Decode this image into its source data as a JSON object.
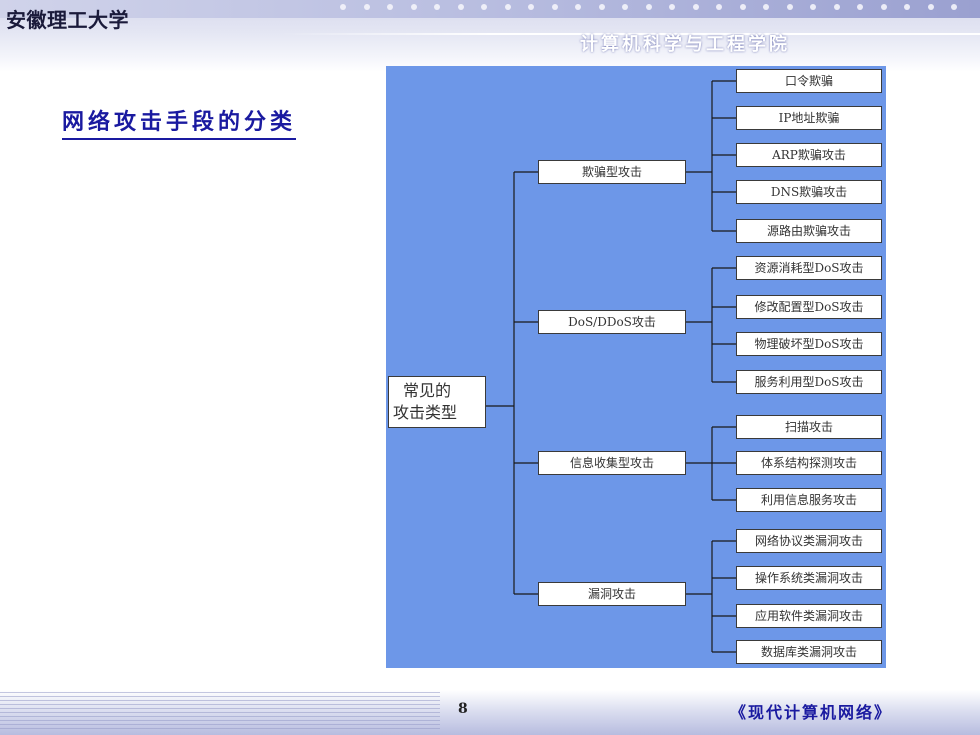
{
  "header": {
    "school": "安徽理工大学",
    "college": "计算机科学与工程学院"
  },
  "slide": {
    "title": "网络攻击手段的分类",
    "page_number": "8",
    "book": "《现代计算机网络》"
  },
  "diagram": {
    "root": {
      "line1": "常见的",
      "line2": "攻击类型"
    },
    "groups": [
      {
        "label": "欺骗型攻击",
        "children": [
          "口令欺骗",
          "IP地址欺骗",
          "ARP欺骗攻击",
          "DNS欺骗攻击",
          "源路由欺骗攻击"
        ]
      },
      {
        "label": "DoS/DDoS攻击",
        "children": [
          "资源消耗型DoS攻击",
          "修改配置型DoS攻击",
          "物理破坏型DoS攻击",
          "服务利用型DoS攻击"
        ]
      },
      {
        "label": "信息收集型攻击",
        "children": [
          "扫描攻击",
          "体系结构探测攻击",
          "利用信息服务攻击"
        ]
      },
      {
        "label": "漏洞攻击",
        "children": [
          "网络协议类漏洞攻击",
          "操作系统类漏洞攻击",
          "应用软件类漏洞攻击",
          "数据库类漏洞攻击"
        ]
      }
    ]
  }
}
